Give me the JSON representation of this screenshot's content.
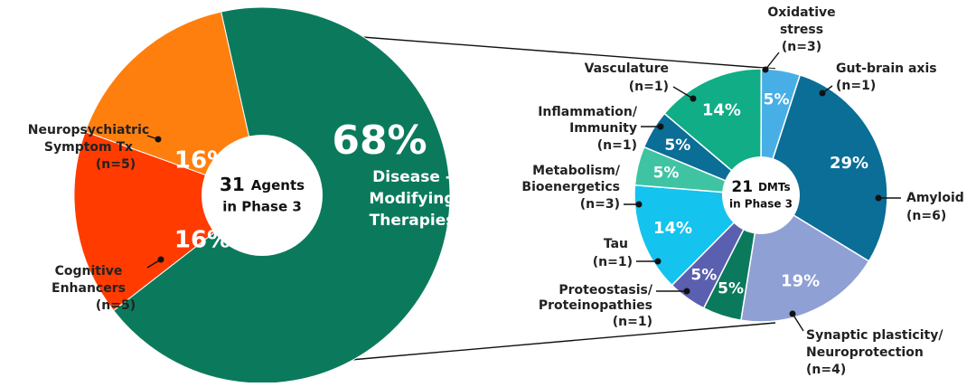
{
  "chart_data": [
    {
      "type": "pie",
      "center_label": {
        "number": "31",
        "line1": "Agents",
        "line2": "in Phase 3"
      },
      "slices": [
        {
          "key": "dmt",
          "value": 68,
          "pct_label": "68%",
          "name_lines": [
            "Disease -",
            "Modifying",
            "Therapies"
          ],
          "color": "#0b7a5c"
        },
        {
          "key": "cog",
          "value": 16,
          "pct_label": "16%",
          "name_lines": [
            "Cognitive",
            "Enhancers"
          ],
          "n_label": "(n=5)",
          "color": "#ff3b00"
        },
        {
          "key": "neuro",
          "value": 16,
          "pct_label": "16%",
          "name_lines": [
            "Neuropsychiatric",
            "Symptom Tx"
          ],
          "n_label": "(n=5)",
          "color": "#ff7f0e"
        }
      ]
    },
    {
      "type": "pie",
      "center_label": {
        "number": "21",
        "line1": "DMTs",
        "line2": "in Phase 3"
      },
      "slices": [
        {
          "key": "amyloid",
          "value": 29,
          "pct_label": "29%",
          "name_lines": [
            "Amyloid"
          ],
          "n_label": "(n=6)",
          "color": "#0a6e96"
        },
        {
          "key": "synaptic",
          "value": 19,
          "pct_label": "19%",
          "name_lines": [
            "Synaptic plasticity/",
            "Neuroprotection"
          ],
          "n_label": "(n=4)",
          "color": "#8fa0d4"
        },
        {
          "key": "proteo",
          "value": 5,
          "pct_label": "5%",
          "name_lines": [
            "Proteostasis/",
            "Proteinopathies"
          ],
          "n_label": "(n=1)",
          "color": "#0b7a5c"
        },
        {
          "key": "tau",
          "value": 5,
          "pct_label": "5%",
          "name_lines": [
            "Tau"
          ],
          "n_label": "(n=1)",
          "color": "#5a5fb0"
        },
        {
          "key": "metab",
          "value": 14,
          "pct_label": "14%",
          "name_lines": [
            "Metabolism/",
            "Bioenergetics"
          ],
          "n_label": "(n=3)",
          "color": "#14c3ee"
        },
        {
          "key": "inflam",
          "value": 5,
          "pct_label": "5%",
          "name_lines": [
            "Inflammation/",
            "Immunity"
          ],
          "n_label": "(n=1)",
          "color": "#3fc4a3"
        },
        {
          "key": "vasc",
          "value": 5,
          "pct_label": "5%",
          "name_lines": [
            "Vasculature"
          ],
          "n_label": "(n=1)",
          "color": "#0a6e96"
        },
        {
          "key": "oxid",
          "value": 14,
          "pct_label": "14%",
          "name_lines": [
            "Oxidative",
            "stress"
          ],
          "n_label": "(n=3)",
          "color": "#10ad86"
        },
        {
          "key": "gut",
          "value": 5,
          "pct_label": "5%",
          "name_lines": [
            "Gut-brain axis"
          ],
          "n_label": "(n=1)",
          "color": "#48afe6"
        }
      ]
    }
  ]
}
